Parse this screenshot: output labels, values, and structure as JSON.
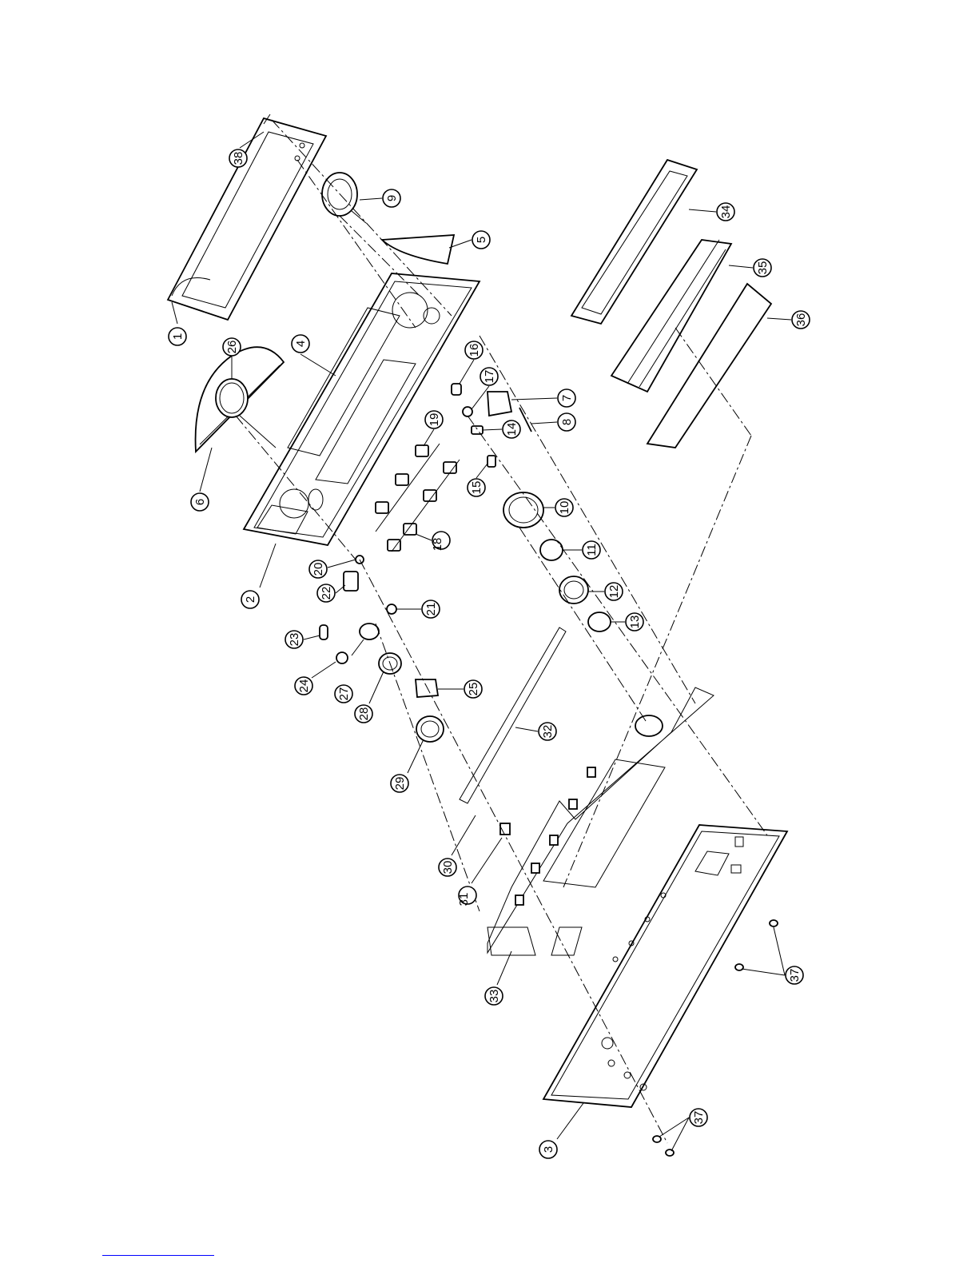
{
  "title": "",
  "callouts": [
    {
      "label": "1"
    },
    {
      "label": "2"
    },
    {
      "label": "3"
    },
    {
      "label": "4"
    },
    {
      "label": "5"
    },
    {
      "label": "6"
    },
    {
      "label": "7"
    },
    {
      "label": "8"
    },
    {
      "label": "9"
    },
    {
      "label": "10"
    },
    {
      "label": "11"
    },
    {
      "label": "12"
    },
    {
      "label": "13"
    },
    {
      "label": "14"
    },
    {
      "label": "15"
    },
    {
      "label": "16"
    },
    {
      "label": "17"
    },
    {
      "label": "18"
    },
    {
      "label": "19"
    },
    {
      "label": "20"
    },
    {
      "label": "21"
    },
    {
      "label": "22"
    },
    {
      "label": "23"
    },
    {
      "label": "24"
    },
    {
      "label": "25"
    },
    {
      "label": "26"
    },
    {
      "label": "27"
    },
    {
      "label": "28"
    },
    {
      "label": "29"
    },
    {
      "label": "30"
    },
    {
      "label": "31"
    },
    {
      "label": "32"
    },
    {
      "label": "33"
    },
    {
      "label": "34"
    },
    {
      "label": "35"
    },
    {
      "label": "36"
    },
    {
      "label": "37"
    },
    {
      "label": "37"
    },
    {
      "label": "38"
    }
  ]
}
